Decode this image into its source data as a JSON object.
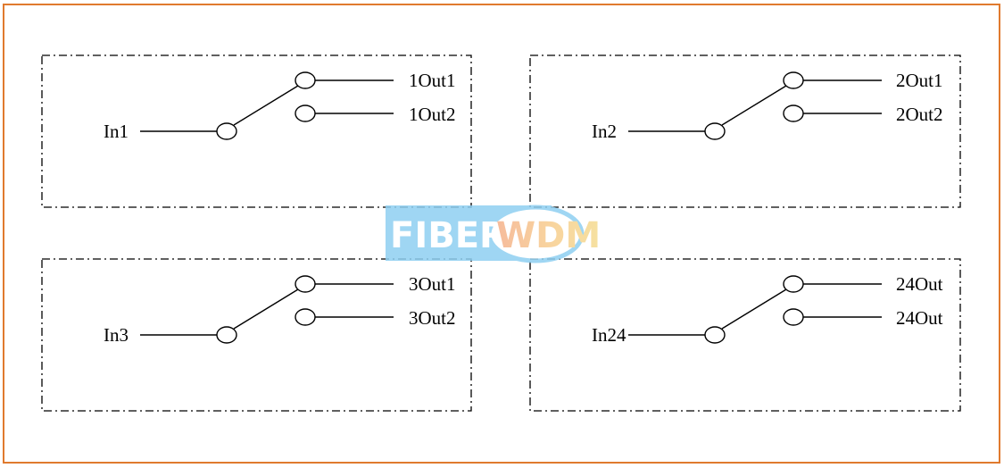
{
  "frame": {
    "border_color": "#e07a2e"
  },
  "switches": [
    {
      "input": "In1",
      "outputs": [
        "1Out1",
        "1Out2"
      ]
    },
    {
      "input": "In2",
      "outputs": [
        "2Out1",
        "2Out2"
      ]
    },
    {
      "input": "In3",
      "outputs": [
        "3Out1",
        "3Out2"
      ]
    },
    {
      "input": "In24",
      "outputs": [
        "24Out",
        "24Out"
      ]
    }
  ],
  "watermark": {
    "left": "FIBER",
    "right": "WDM",
    "left_bg": "#8fd0f2",
    "right_colors": [
      "#f5b08a",
      "#f7cc8e",
      "#f5dc90"
    ]
  }
}
